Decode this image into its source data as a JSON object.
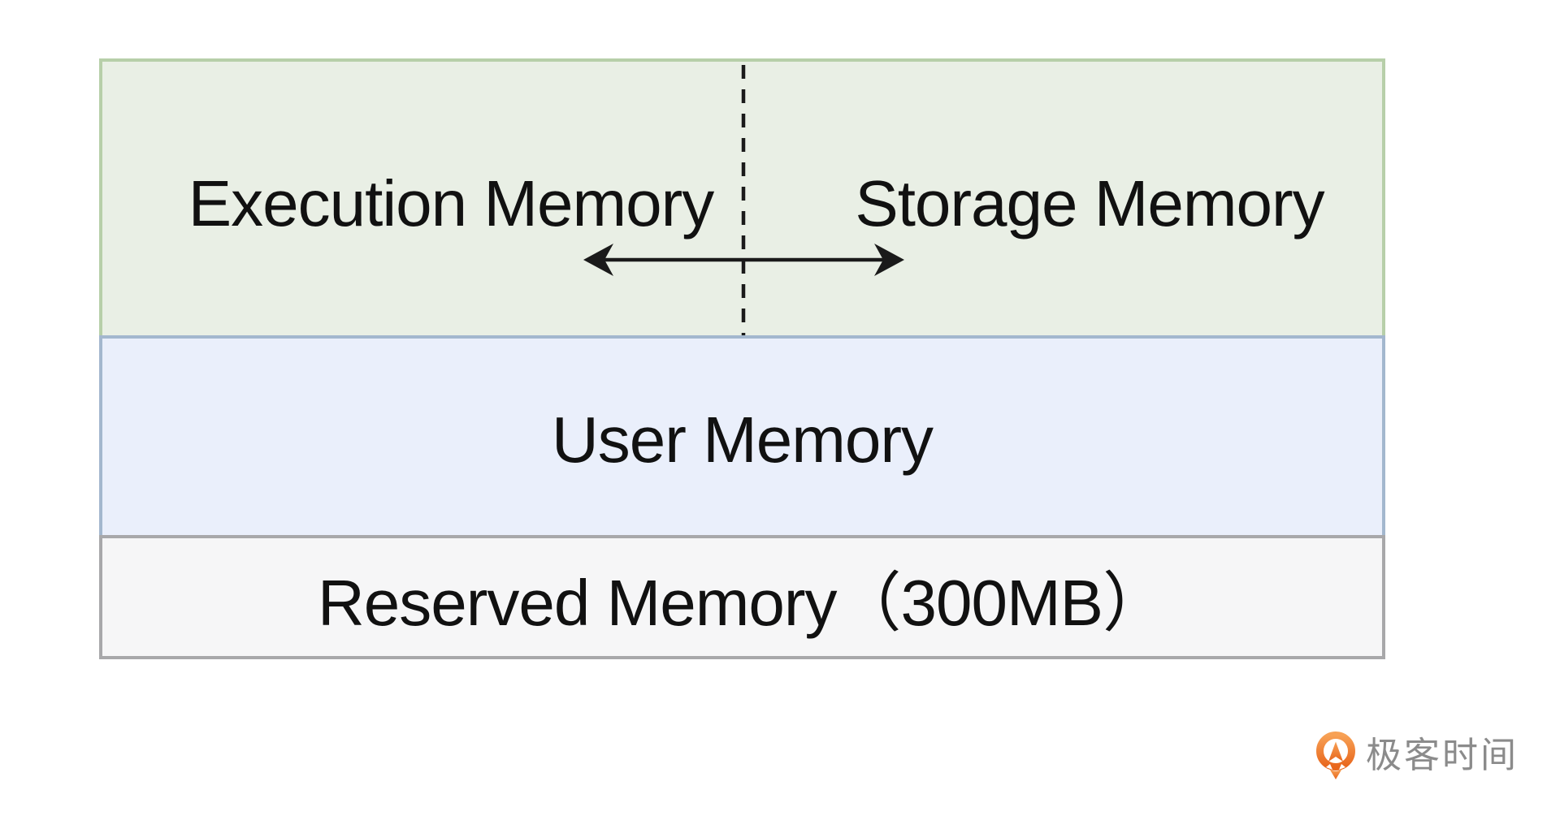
{
  "diagram": {
    "unified_section": {
      "execution_label": "Execution Memory",
      "storage_label": "Storage Memory",
      "fill_color": "#e9efe5",
      "border_color": "#b7cfa9"
    },
    "user_section": {
      "label": "User Memory",
      "fill_color": "#eaeffb",
      "border_color": "#a3b7ce"
    },
    "reserved_section": {
      "label": "Reserved Memory（300MB）",
      "fill_color": "#f6f6f7",
      "border_color": "#a8a8aa"
    },
    "divider": {
      "style": "dashed",
      "color": "#1a1a1a"
    },
    "arrow": {
      "type": "double-headed",
      "color": "#1a1a1a"
    }
  },
  "branding": {
    "logo_text": "极客时间",
    "accent_color": "#ed6c1e",
    "text_color": "#8b8b8b"
  }
}
